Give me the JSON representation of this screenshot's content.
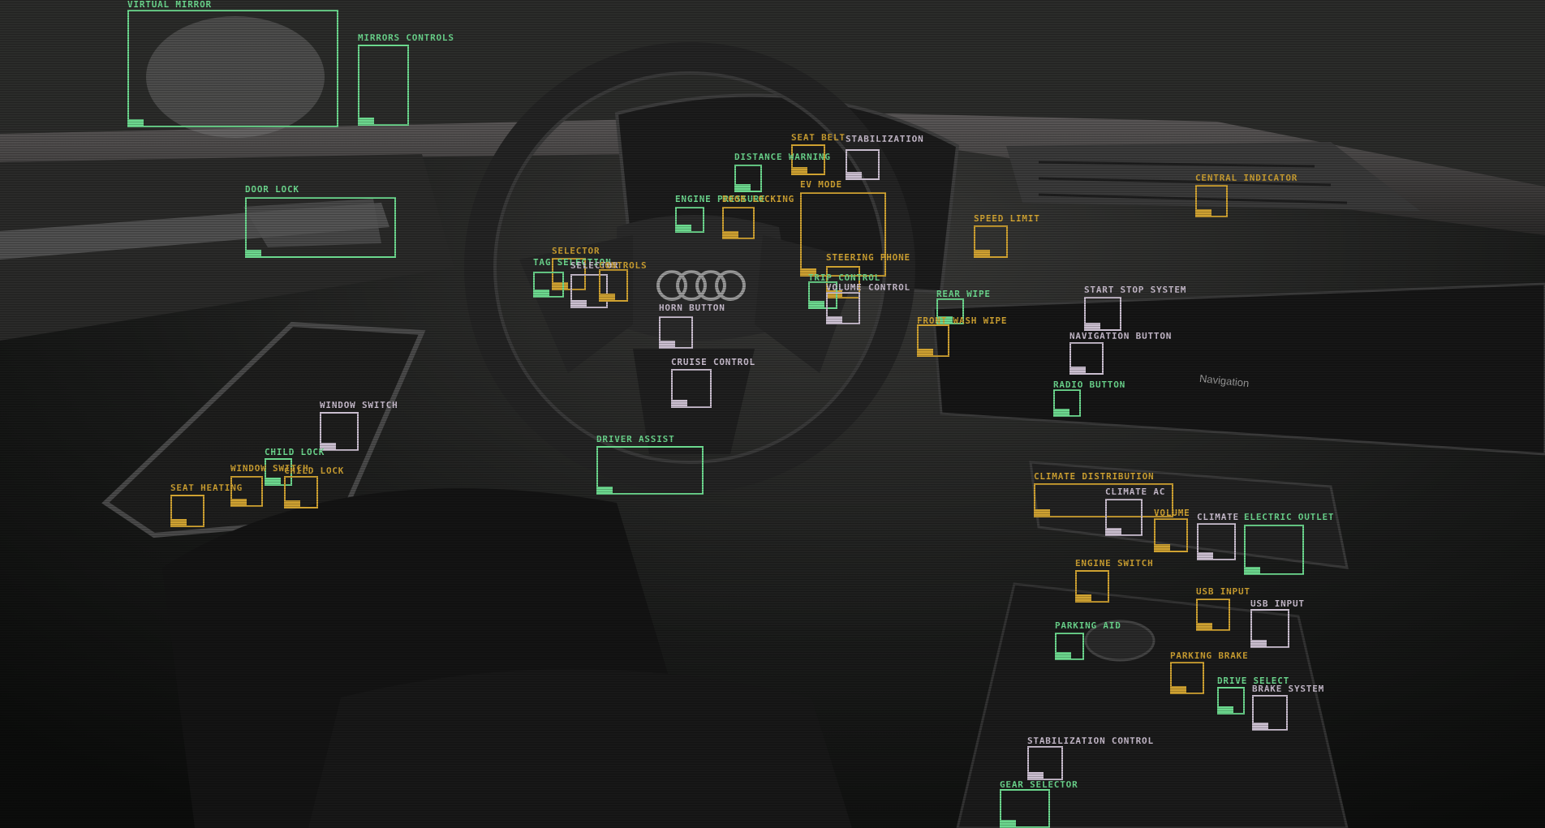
{
  "scene": {
    "screen_text": "Navigation",
    "colors": {
      "green": "#6dd98f",
      "yellow": "#cfa232",
      "lilac": "#cbbfd0"
    }
  },
  "annotations": [
    {
      "label": "VIRTUAL MIRROR",
      "color": "green"
    },
    {
      "label": "MIRRORS CONTROLS",
      "color": "green"
    },
    {
      "label": "DOOR LOCK",
      "color": "green"
    },
    {
      "label": "WINDOW SWITCH",
      "color": "lilac"
    },
    {
      "label": "CHILD LOCK",
      "color": "green"
    },
    {
      "label": "WINDOW SWITCH",
      "color": "yellow"
    },
    {
      "label": "CHILD LOCK",
      "color": "yellow"
    },
    {
      "label": "SEAT HEATING",
      "color": "yellow"
    },
    {
      "label": "SEAT BELT",
      "color": "yellow"
    },
    {
      "label": "STABILIZATION",
      "color": "lilac"
    },
    {
      "label": "DISTANCE WARNING",
      "color": "green"
    },
    {
      "label": "EV MODE",
      "color": "yellow"
    },
    {
      "label": "ENGINE PRESSURE",
      "color": "green"
    },
    {
      "label": "DOOR LOCKING",
      "color": "yellow"
    },
    {
      "label": "SELECTOR",
      "color": "yellow"
    },
    {
      "label": "TAG SELECTION",
      "color": "green"
    },
    {
      "label": "SELECTOR",
      "color": "lilac"
    },
    {
      "label": "CONTROLS",
      "color": "yellow"
    },
    {
      "label": "STEERING PHONE",
      "color": "yellow"
    },
    {
      "label": "TRIP CONTROL",
      "color": "green"
    },
    {
      "label": "VOLUME CONTROL",
      "color": "lilac"
    },
    {
      "label": "HORN BUTTON",
      "color": "lilac"
    },
    {
      "label": "CRUISE CONTROL",
      "color": "lilac"
    },
    {
      "label": "DRIVER ASSIST",
      "color": "green"
    },
    {
      "label": "SPEED LIMIT",
      "color": "yellow"
    },
    {
      "label": "REAR WIPE",
      "color": "green"
    },
    {
      "label": "FRONT WASH WIPE",
      "color": "yellow"
    },
    {
      "label": "CENTRAL INDICATOR",
      "color": "yellow"
    },
    {
      "label": "START STOP SYSTEM",
      "color": "lilac"
    },
    {
      "label": "NAVIGATION BUTTON",
      "color": "lilac"
    },
    {
      "label": "RADIO BUTTON",
      "color": "green"
    },
    {
      "label": "CLIMATE DISTRIBUTION",
      "color": "yellow"
    },
    {
      "label": "CLIMATE AC",
      "color": "lilac"
    },
    {
      "label": "VOLUME",
      "color": "yellow"
    },
    {
      "label": "CLIMATE",
      "color": "lilac"
    },
    {
      "label": "ELECTRIC OUTLET",
      "color": "green"
    },
    {
      "label": "ENGINE SWITCH",
      "color": "yellow"
    },
    {
      "label": "USB INPUT",
      "color": "yellow"
    },
    {
      "label": "USB INPUT",
      "color": "lilac"
    },
    {
      "label": "PARKING AID",
      "color": "green"
    },
    {
      "label": "PARKING BRAKE",
      "color": "yellow"
    },
    {
      "label": "DRIVE SELECT",
      "color": "green"
    },
    {
      "label": "BRAKE SYSTEM",
      "color": "lilac"
    },
    {
      "label": "STABILIZATION CONTROL",
      "color": "lilac"
    },
    {
      "label": "GEAR SELECTOR",
      "color": "green"
    }
  ]
}
